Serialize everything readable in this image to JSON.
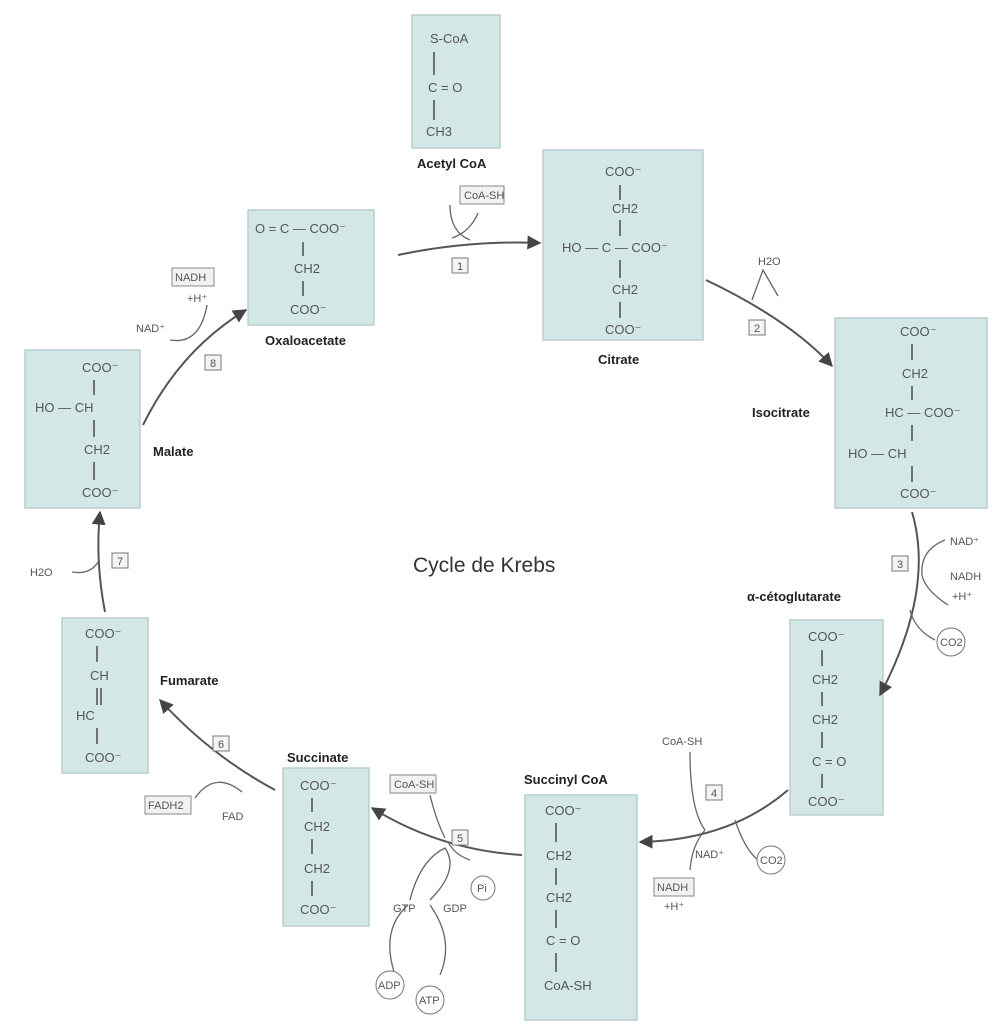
{
  "title": "Cycle de Krebs",
  "molecules": {
    "acetyl": {
      "name": "Acetyl CoA",
      "l1": "S-CoA",
      "l2": "C = O",
      "l3": "CH3"
    },
    "citrate": {
      "name": "Citrate",
      "l1": "COO⁻",
      "l2": "CH2",
      "l3": "HO — C — COO⁻",
      "l4": "CH2",
      "l5": "COO⁻"
    },
    "isocitrate": {
      "name": "Isocitrate",
      "l1": "COO⁻",
      "l2": "CH2",
      "l3": "HC — COO⁻",
      "l4": "HO — CH",
      "l5": "COO⁻"
    },
    "ketoglutarate": {
      "name": "α-cétoglutarate",
      "l1": "COO⁻",
      "l2": "CH2",
      "l3": "CH2",
      "l4": "C = O",
      "l5": "COO⁻"
    },
    "succinylcoa": {
      "name": "Succinyl CoA",
      "l1": "COO⁻",
      "l2": "CH2",
      "l3": "CH2",
      "l4": "C = O",
      "l5": "CoA-SH"
    },
    "succinate": {
      "name": "Succinate",
      "l1": "COO⁻",
      "l2": "CH2",
      "l3": "CH2",
      "l4": "COO⁻"
    },
    "fumarate": {
      "name": "Fumarate",
      "l1": "COO⁻",
      "l2": "CH",
      "l3": "HC",
      "l4": "COO⁻"
    },
    "malate": {
      "name": "Malate",
      "l1": "COO⁻",
      "l2": "HO — CH",
      "l3": "CH2",
      "l4": "COO⁻"
    },
    "oxaloacetate": {
      "name": "Oxaloacetate",
      "l1": "O = C — COO⁻",
      "l2": "CH2",
      "l3": "COO⁻"
    }
  },
  "steps": [
    "1",
    "2",
    "3",
    "4",
    "5",
    "6",
    "7",
    "8"
  ],
  "cofactors": {
    "coash1": "CoA-SH",
    "h2o1": "H2O",
    "nad3": "NAD⁺",
    "nadh3": "NADH",
    "hplus3": "+H⁺",
    "co2_3": "CO2",
    "coash4": "CoA-SH",
    "nad4": "NAD⁺",
    "nadh4": "NADH",
    "hplus4": "+H⁺",
    "co2_4": "CO2",
    "coash5": "CoA-SH",
    "pi5": "Pi",
    "gtp": "GTP",
    "gdp": "GDP",
    "adp": "ADP",
    "atp": "ATP",
    "fadh2": "FADH2",
    "fad": "FAD",
    "h2o7": "H2O",
    "nad8": "NAD⁺",
    "nadh8": "NADH",
    "hplus8": "+H⁺"
  }
}
